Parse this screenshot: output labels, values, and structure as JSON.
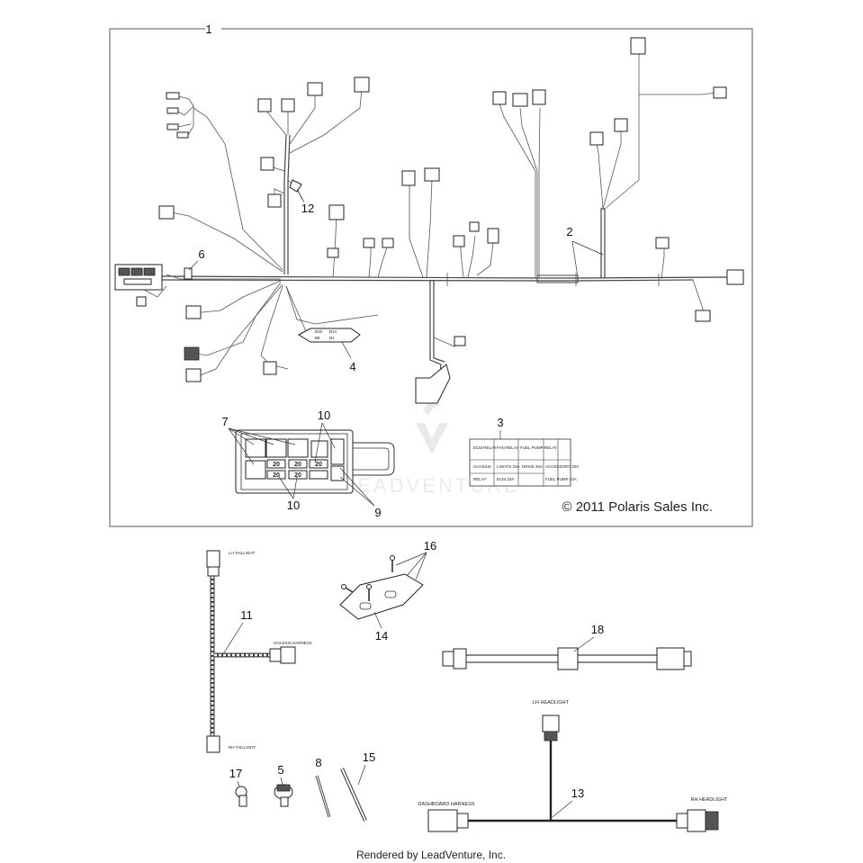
{
  "callouts": {
    "c1": "1",
    "c2": "2",
    "c3": "3",
    "c4": "4",
    "c5": "5",
    "c6": "6",
    "c7": "7",
    "c8": "8",
    "c9": "9",
    "c10a": "10",
    "c10b": "10",
    "c11": "11",
    "c12": "12",
    "c13": "13",
    "c14": "14",
    "c15": "15",
    "c16": "16",
    "c17": "17",
    "c18": "18"
  },
  "copyright": "© 2011 Polaris Sales Inc.",
  "footer": "Rendered by LeadVenture, Inc.",
  "watermark": "LEADVENTURE",
  "fuse_labels": {
    "f1": "20",
    "f2": "20",
    "f3": "20",
    "f4": "20",
    "f5": "20"
  },
  "small_tags": {
    "tag_a": "B15",
    "tag_b": "B14",
    "tag_c": "B8",
    "tag_d": "B1"
  },
  "relay_table": {
    "row1": [
      "ECM RELAY",
      "FAN RELAY",
      "FUEL PUMP RELAY"
    ],
    "row2": [
      "CHASSIS",
      "LIGHTS 20A",
      "DRIVE 20A",
      "ACCESSORY 20A"
    ],
    "row3": [
      "RELAY",
      "ECM 20A",
      "",
      "FUEL PUMP 10A"
    ]
  },
  "harness_labels": {
    "lh_taillight": "LH TAILLIGHT",
    "rh_taillight": "RH TAILLIGHT",
    "chassis_harness": "CHASSIS HARNESS",
    "lh_headlight": "LH HEADLIGHT",
    "rh_headlight": "RH HEADLIGHT",
    "dashboard_harness": "DASHBOARD HARNESS"
  }
}
